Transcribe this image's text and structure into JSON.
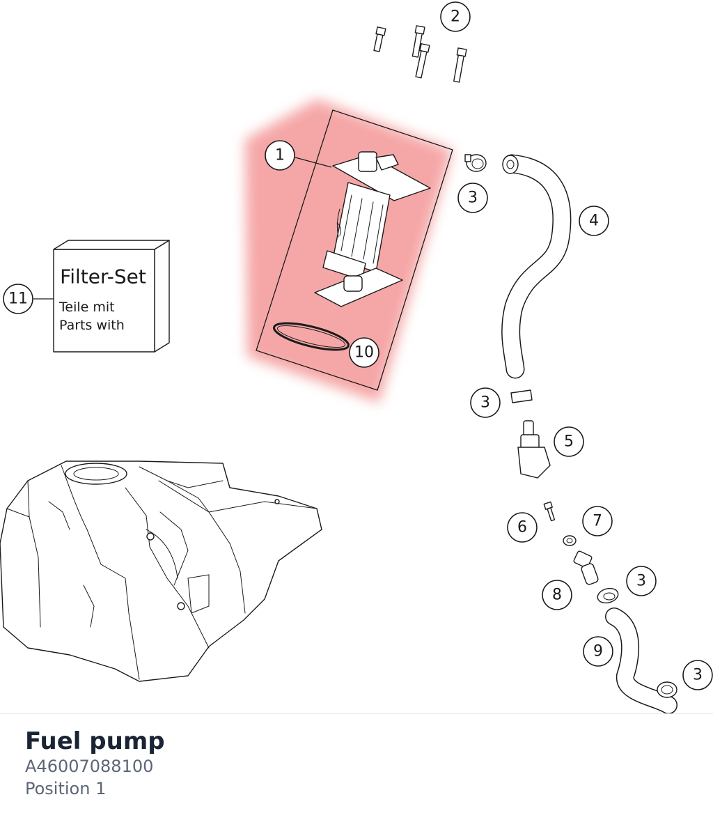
{
  "diagram": {
    "callouts": [
      "1",
      "2",
      "3",
      "4",
      "5",
      "6",
      "7",
      "8",
      "9",
      "10",
      "11"
    ],
    "filter_box": {
      "title": "Filter-Set",
      "line1": "Teile mit",
      "line2": "Parts with"
    },
    "highlight_color": "#f5a3a3"
  },
  "footer": {
    "title": "Fuel pump",
    "part_number": "A46007088100",
    "position": "Position 1"
  }
}
